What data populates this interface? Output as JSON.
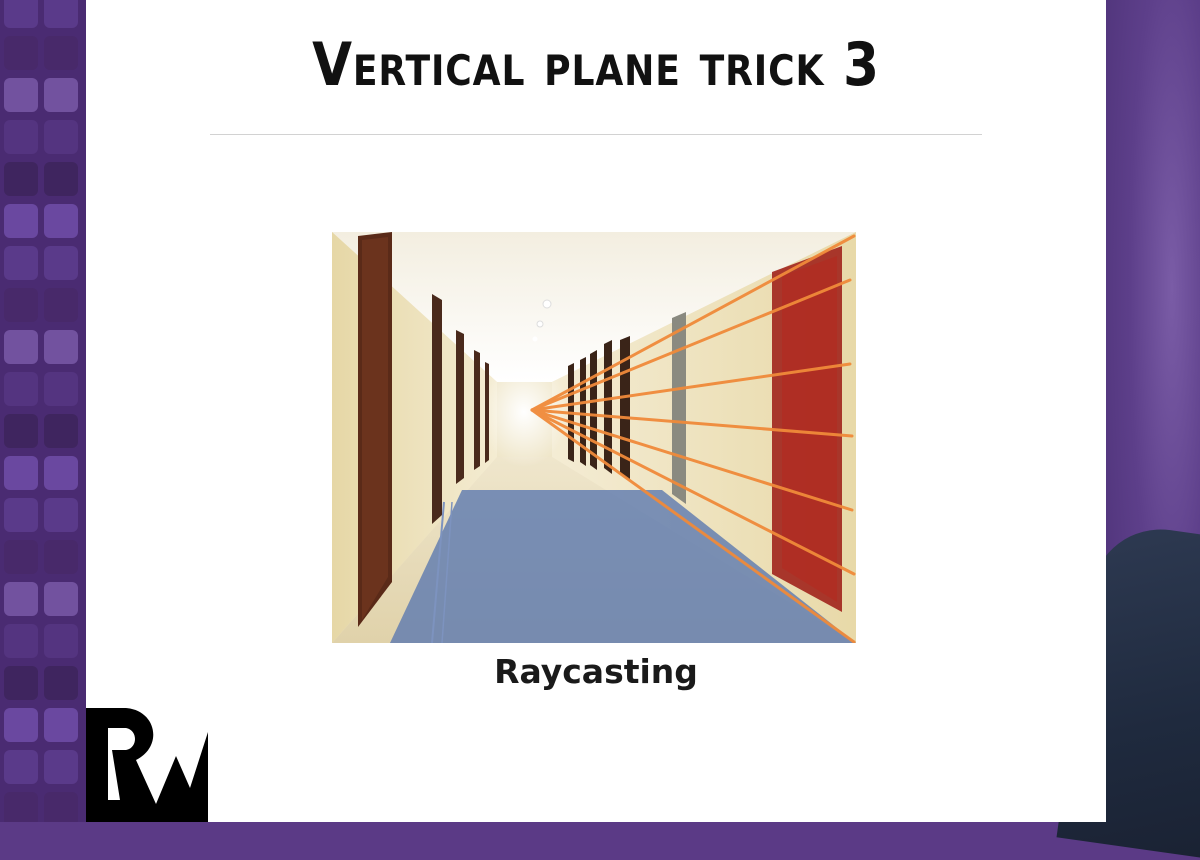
{
  "slide": {
    "title": "Vertical plane trick 3",
    "caption": "Raycasting"
  },
  "image": {
    "subject": "hallway",
    "overlay": "raycast-lines"
  },
  "colors": {
    "ray": "#f08a3a",
    "door_highlight": "#a0201a",
    "floor_highlight": "#5f7bb0",
    "purple_bg": "#5b3a86",
    "slide_bg": "#ffffff"
  },
  "logo": {
    "icon": "raywenderlich-logo"
  }
}
